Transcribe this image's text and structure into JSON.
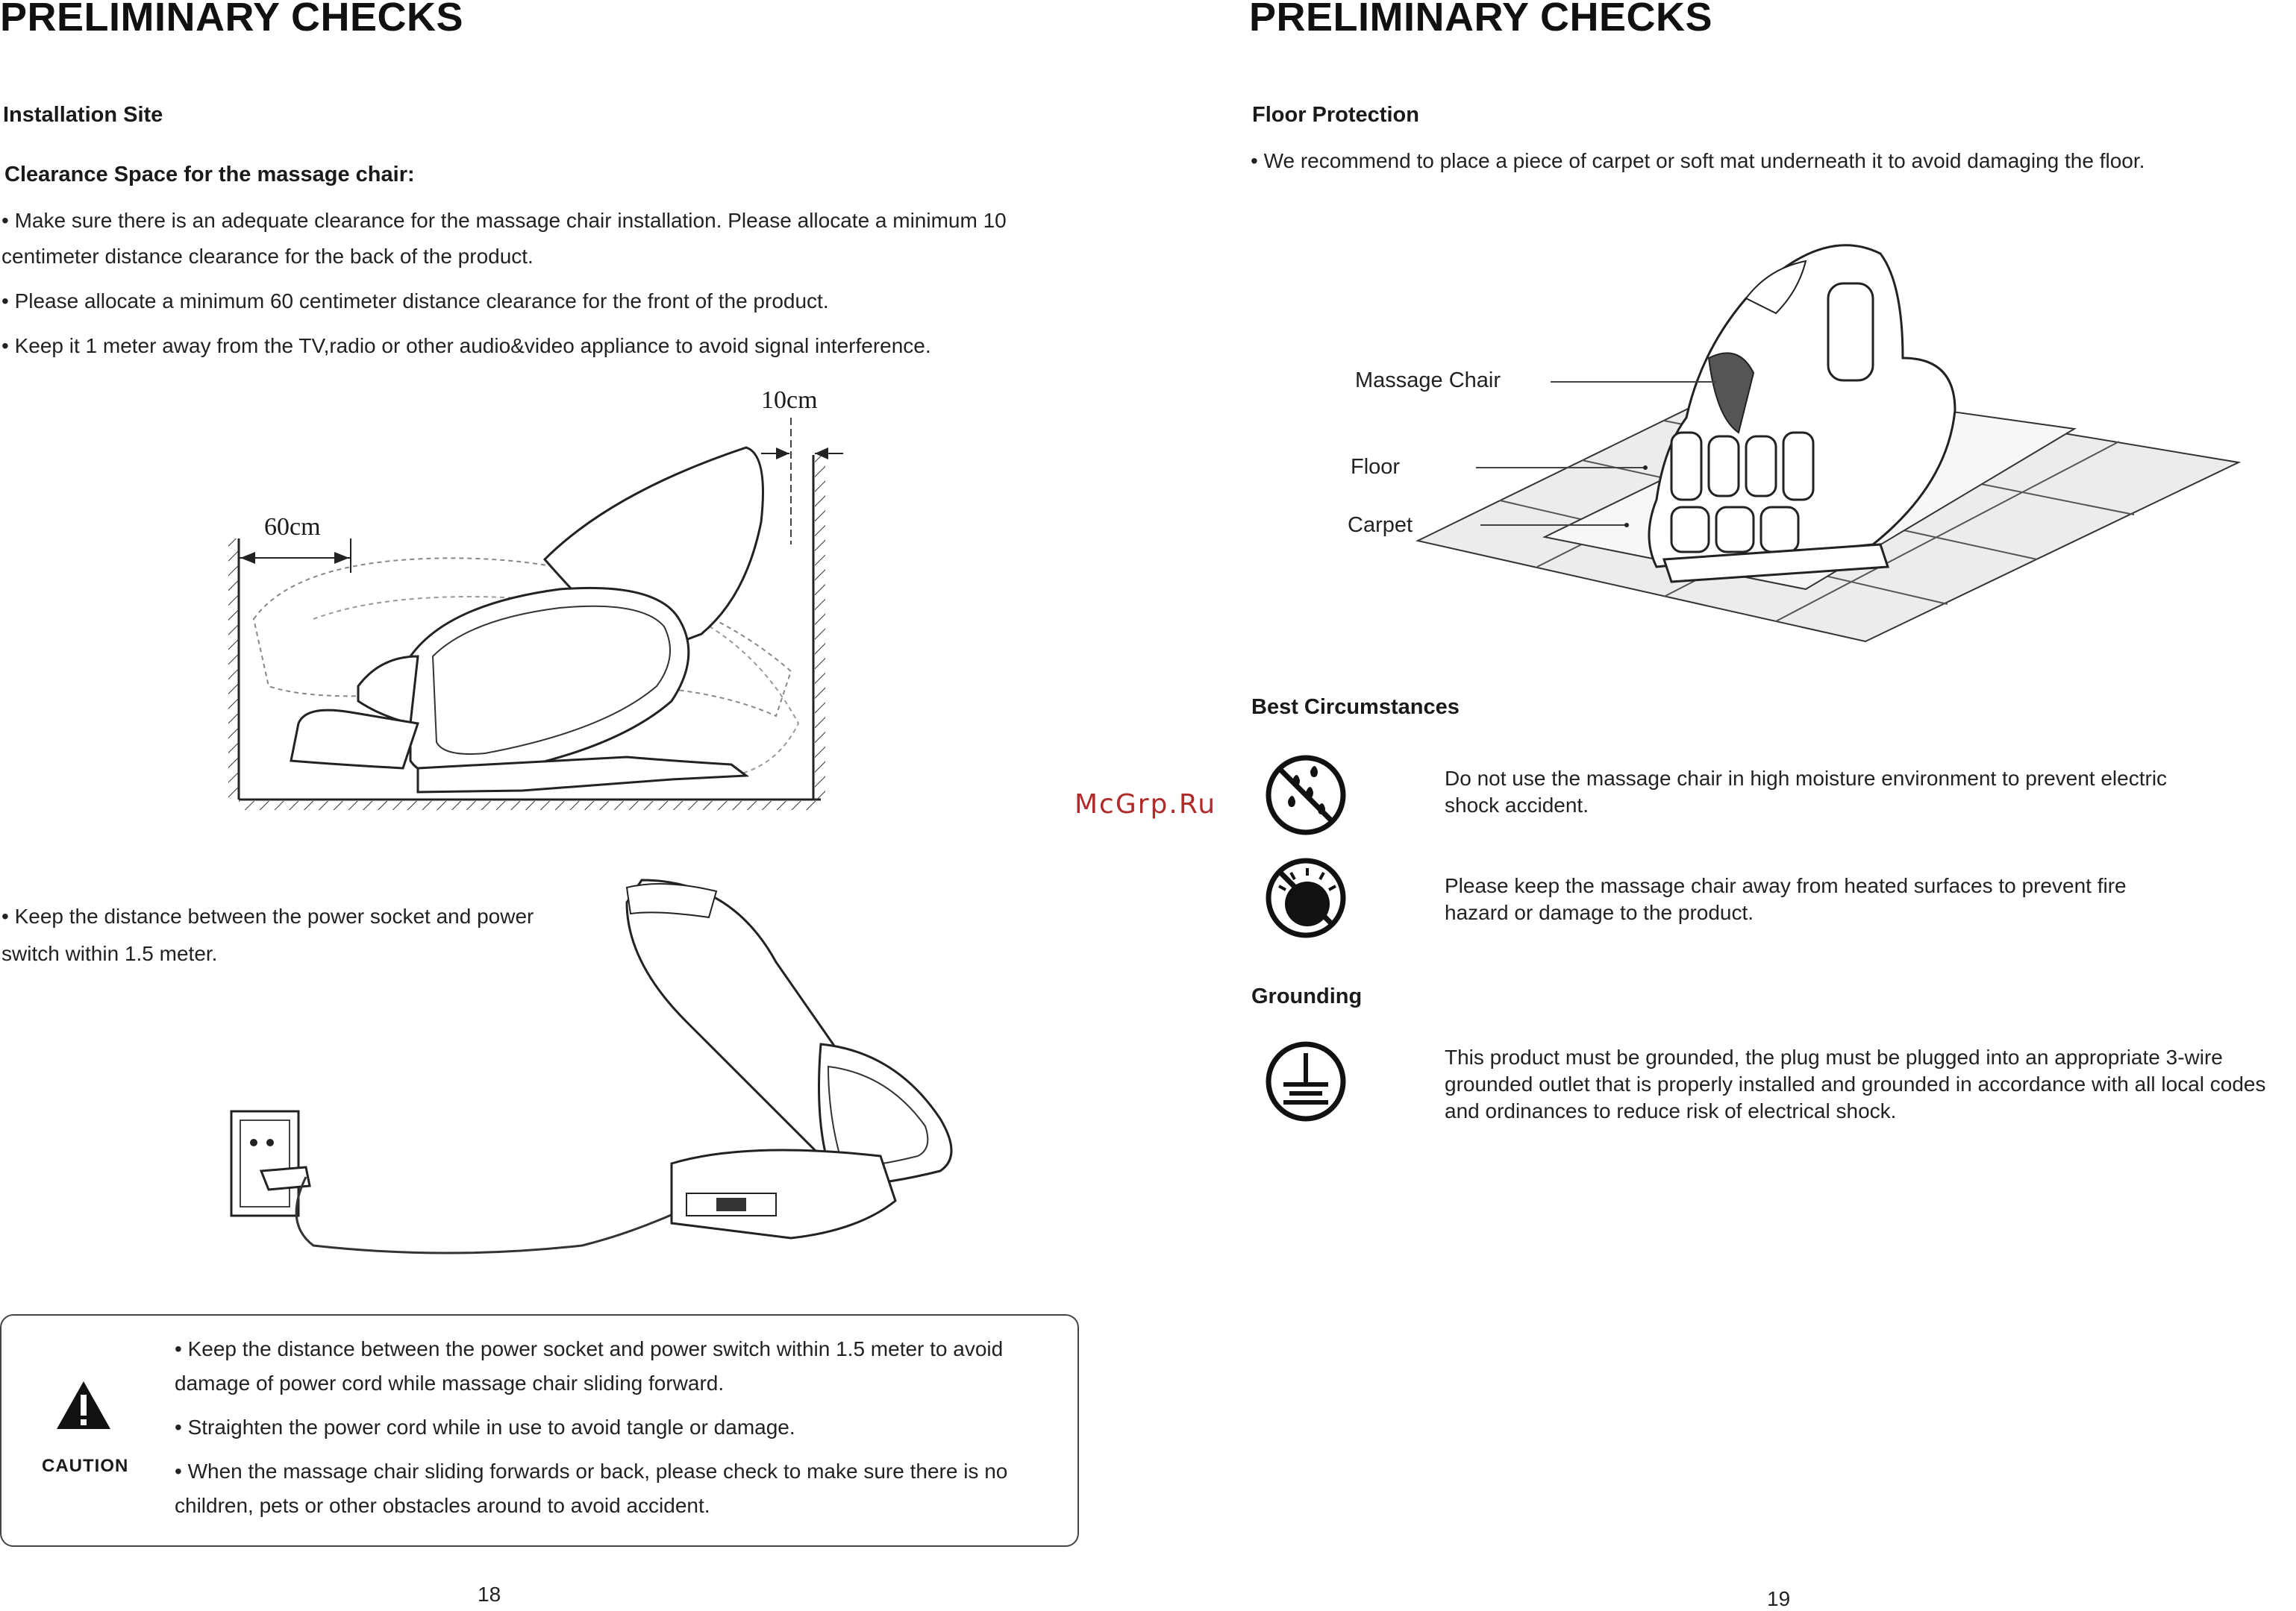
{
  "left_page": {
    "title": "PRELIMINARY CHECKS",
    "installation_site_heading": "Installation Site",
    "clearance_heading": "Clearance Space for the massage chair:",
    "bullets": [
      "• Make sure there is an adequate clearance for the massage chair installation. Please allocate a minimum 10 centimeter distance clearance for the back of the product.",
      "• Please allocate a minimum 60 centimeter distance clearance for the front of the product.",
      "• Keep it 1 meter away from the TV,radio or other audio&video appliance to avoid signal interference."
    ],
    "diagram_labels": {
      "back_clearance": "10cm",
      "front_clearance": "60cm"
    },
    "power_text": "• Keep the distance between the power socket and power switch within 1.5 meter.",
    "caution": {
      "label": "CAUTION",
      "items": [
        "• Keep the distance between the power socket and power switch within 1.5 meter to avoid damage of power cord while massage chair sliding forward.",
        "• Straighten the power cord while in use to avoid tangle or damage.",
        "• When the massage chair sliding forwards or back, please check to make sure there is no children, pets or other obstacles around to avoid accident."
      ]
    },
    "page_number": "18"
  },
  "right_page": {
    "title": "PRELIMINARY CHECKS",
    "floor_protection_heading": "Floor Protection",
    "floor_protection_text": "• We recommend to place a piece of carpet or soft mat underneath it to avoid damaging the floor.",
    "diagram_labels": {
      "chair": "Massage Chair",
      "floor": "Floor",
      "carpet": "Carpet"
    },
    "best_circumstances_heading": "Best Circumstances",
    "moisture_text": "Do not use the massage chair in high moisture environment to prevent electric shock accident.",
    "heat_text": "Please keep the massage chair away from heated surfaces to prevent fire hazard or damage to the product.",
    "grounding_heading": "Grounding",
    "grounding_text": "This product must be grounded, the plug must be plugged into an appropriate 3-wire grounded outlet that is properly installed and grounded in accordance with all local codes and ordinances to reduce risk of electrical shock.",
    "page_number": "19"
  },
  "watermark": "McGrp.Ru",
  "icons": {
    "warning": "warning-triangle-icon",
    "moisture": "no-moisture-icon",
    "heat": "no-heat-icon",
    "ground": "ground-symbol-icon"
  }
}
